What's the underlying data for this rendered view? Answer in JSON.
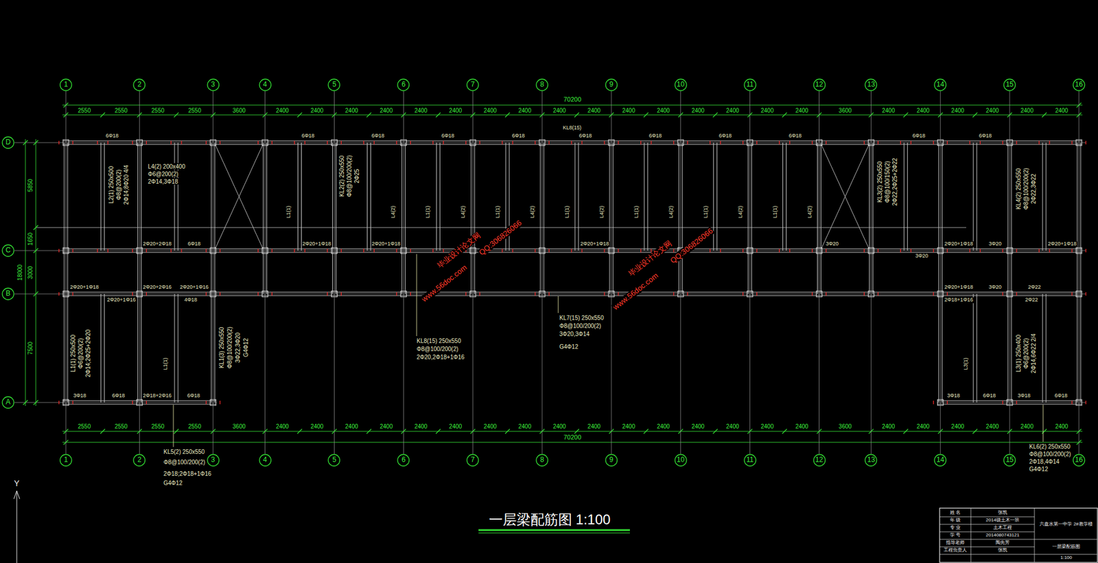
{
  "diagram": {
    "title": "一层梁配筋图 1:100",
    "nodes": [
      {
        "text": [
          "1"
        ]
      },
      {
        "text": [
          "2"
        ]
      },
      {
        "text": [
          "3"
        ]
      },
      {
        "text": [
          "4"
        ]
      },
      {
        "text": [
          "5"
        ]
      },
      {
        "text": [
          "6"
        ]
      },
      {
        "text": [
          "7"
        ]
      },
      {
        "text": [
          "8"
        ]
      },
      {
        "text": [
          "9"
        ]
      },
      {
        "text": [
          "10"
        ]
      },
      {
        "text": [
          "11"
        ]
      },
      {
        "text": [
          "12"
        ]
      },
      {
        "text": [
          "13"
        ]
      },
      {
        "text": [
          "14"
        ]
      },
      {
        "text": [
          "15"
        ]
      },
      {
        "text": [
          "16"
        ]
      },
      {
        "text": [
          "1"
        ]
      },
      {
        "text": [
          "2"
        ]
      },
      {
        "text": [
          "3"
        ]
      },
      {
        "text": [
          "4"
        ]
      },
      {
        "text": [
          "5"
        ]
      },
      {
        "text": [
          "6"
        ]
      },
      {
        "text": [
          "7"
        ]
      },
      {
        "text": [
          "8"
        ]
      },
      {
        "text": [
          "9"
        ]
      },
      {
        "text": [
          "10"
        ]
      },
      {
        "text": [
          "11"
        ]
      },
      {
        "text": [
          "12"
        ]
      },
      {
        "text": [
          "13"
        ]
      },
      {
        "text": [
          "14"
        ]
      },
      {
        "text": [
          "15"
        ]
      },
      {
        "text": [
          "16"
        ]
      },
      {
        "text": [
          "D"
        ]
      },
      {
        "text": [
          "C"
        ]
      },
      {
        "text": [
          "B"
        ]
      },
      {
        "text": [
          "A"
        ]
      }
    ],
    "edges": [
      {
        "from": 0,
        "to": 16,
        "arrow": "none"
      },
      {
        "from": 1,
        "to": 17,
        "arrow": "none"
      },
      {
        "from": 2,
        "to": 18,
        "arrow": "none"
      },
      {
        "from": 3,
        "to": 19,
        "arrow": "none"
      },
      {
        "from": 4,
        "to": 20,
        "arrow": "none"
      },
      {
        "from": 5,
        "to": 21,
        "arrow": "none"
      },
      {
        "from": 6,
        "to": 22,
        "arrow": "none"
      },
      {
        "from": 7,
        "to": 23,
        "arrow": "none"
      },
      {
        "from": 8,
        "to": 24,
        "arrow": "none"
      },
      {
        "from": 9,
        "to": 25,
        "arrow": "none"
      },
      {
        "from": 10,
        "to": 26,
        "arrow": "none"
      },
      {
        "from": 11,
        "to": 27,
        "arrow": "none"
      },
      {
        "from": 12,
        "to": 28,
        "arrow": "none"
      },
      {
        "from": 13,
        "to": 29,
        "arrow": "none"
      },
      {
        "from": 14,
        "to": 30,
        "arrow": "none"
      },
      {
        "from": 15,
        "to": 31,
        "arrow": "none"
      }
    ],
    "labels": [
      "70200",
      "2550",
      "2550",
      "2550",
      "2550",
      "3600",
      "2400",
      "2400",
      "2400",
      "2400",
      "2400",
      "2400",
      "2400",
      "2400",
      "2400",
      "2400",
      "2400",
      "2400",
      "2400",
      "2400",
      "2400",
      "2400",
      "3600",
      "2400",
      "2400",
      "2400",
      "2400",
      "2400",
      "2400",
      "70200",
      "2550",
      "2550",
      "2550",
      "2550",
      "3600",
      "2400",
      "2400",
      "2400",
      "2400",
      "2400",
      "2400",
      "2400",
      "2400",
      "2400",
      "2400",
      "2400",
      "2400",
      "2400",
      "2400",
      "2400",
      "2400",
      "3600",
      "2400",
      "2400",
      "2400",
      "2400",
      "2400",
      "2400",
      "18000",
      "5850",
      "1650",
      "3000",
      "7500",
      "L4(2) 200x400",
      "Φ6@200(2)",
      "2Φ14,3Φ18",
      "KL8(15) 250x550",
      "Φ8@100/200(2)",
      "2Φ20,2Φ18+1Φ16",
      "KL7(15) 250x550",
      "Φ8@100/200(2)",
      "3Φ20,3Φ14",
      "G4Φ12",
      "KL5(2) 250x550",
      "Φ8@100/200(2)",
      "2Φ18;2Φ18+1Φ16",
      "G4Φ12",
      "KL6(2) 250x550",
      "Φ8@100/200(2)",
      "2Φ18,4Φ14",
      "G4Φ12",
      "L1(1) 250x500",
      "Φ6@200(2)",
      "2Φ14;2Φ25+2Φ20",
      "L2(1) 250x500",
      "Φ8@200(2)",
      "2Φ14;8Φ20 4/4",
      "KL1(3) 250x550",
      "Φ8@100/200(2)",
      "3Φ22,3Φ20",
      "G4Φ12",
      "KL2(2) 250x550",
      "Φ8@100/200(2)",
      "2Φ25",
      "KL3(2) 250x550",
      "Φ8@100/150(2)",
      "2Φ22,2Φ25+2Φ22",
      "KL4(2) 250x550",
      "Φ8@100/200(2)",
      "2Φ22,3Φ22",
      "L3(1) 250x400",
      "Φ6@200(2)",
      "2Φ14,6Φ22 2/4",
      "L1(1)",
      "L4(2)",
      "L1(1)",
      "L4(2)",
      "L1(1)",
      "L4(2)",
      "L1(1)",
      "L4(2)",
      "L1(1)",
      "L4(2)",
      "L1(1)",
      "L4(2)",
      "L1(1)",
      "L4(2)",
      "L1(1)",
      "L3(1)",
      "6Φ18",
      "6Φ18",
      "6Φ18",
      "6Φ18",
      "6Φ18",
      "6Φ18",
      "6Φ18",
      "6Φ18",
      "6Φ18",
      "6Φ18",
      "6Φ18",
      "KL8(15)",
      "2Φ20+2Φ18",
      "6Φ18",
      "2Φ20+1Φ18",
      "2Φ20+1Φ18",
      "2Φ20+1Φ18",
      "3Φ20",
      "3Φ20",
      "2Φ20+1Φ18",
      "3Φ20",
      "2Φ20+1Φ18",
      "2Φ20+1Φ18",
      "2Φ20+2Φ16",
      "2Φ20+1Φ16",
      "2Φ20+1Φ18",
      "3Φ20",
      "2Φ22",
      "2Φ20+1Φ16",
      "4Φ18",
      "2Φ18+1Φ16",
      "2Φ22",
      "3Φ18",
      "6Φ18",
      "2Φ18+2Φ16",
      "6Φ18",
      "3Φ18",
      "6Φ18",
      "3Φ18",
      "6Φ18",
      "姓 名",
      "张凯",
      "年 级",
      "2014级土木一班",
      "专 业",
      "土木工程",
      "学 号",
      "2014080743121",
      "指导老师",
      "陶先芳",
      "工程负责人",
      "张凯",
      "六盘水第一中学 2#教学楼",
      "一层梁配筋图",
      "1:100",
      "毕业设计论文网",
      "www.56doc.com",
      "QQ:306826066",
      "毕业设计论文网",
      "www.56doc.com",
      "QQ:306826066",
      "Y"
    ]
  }
}
